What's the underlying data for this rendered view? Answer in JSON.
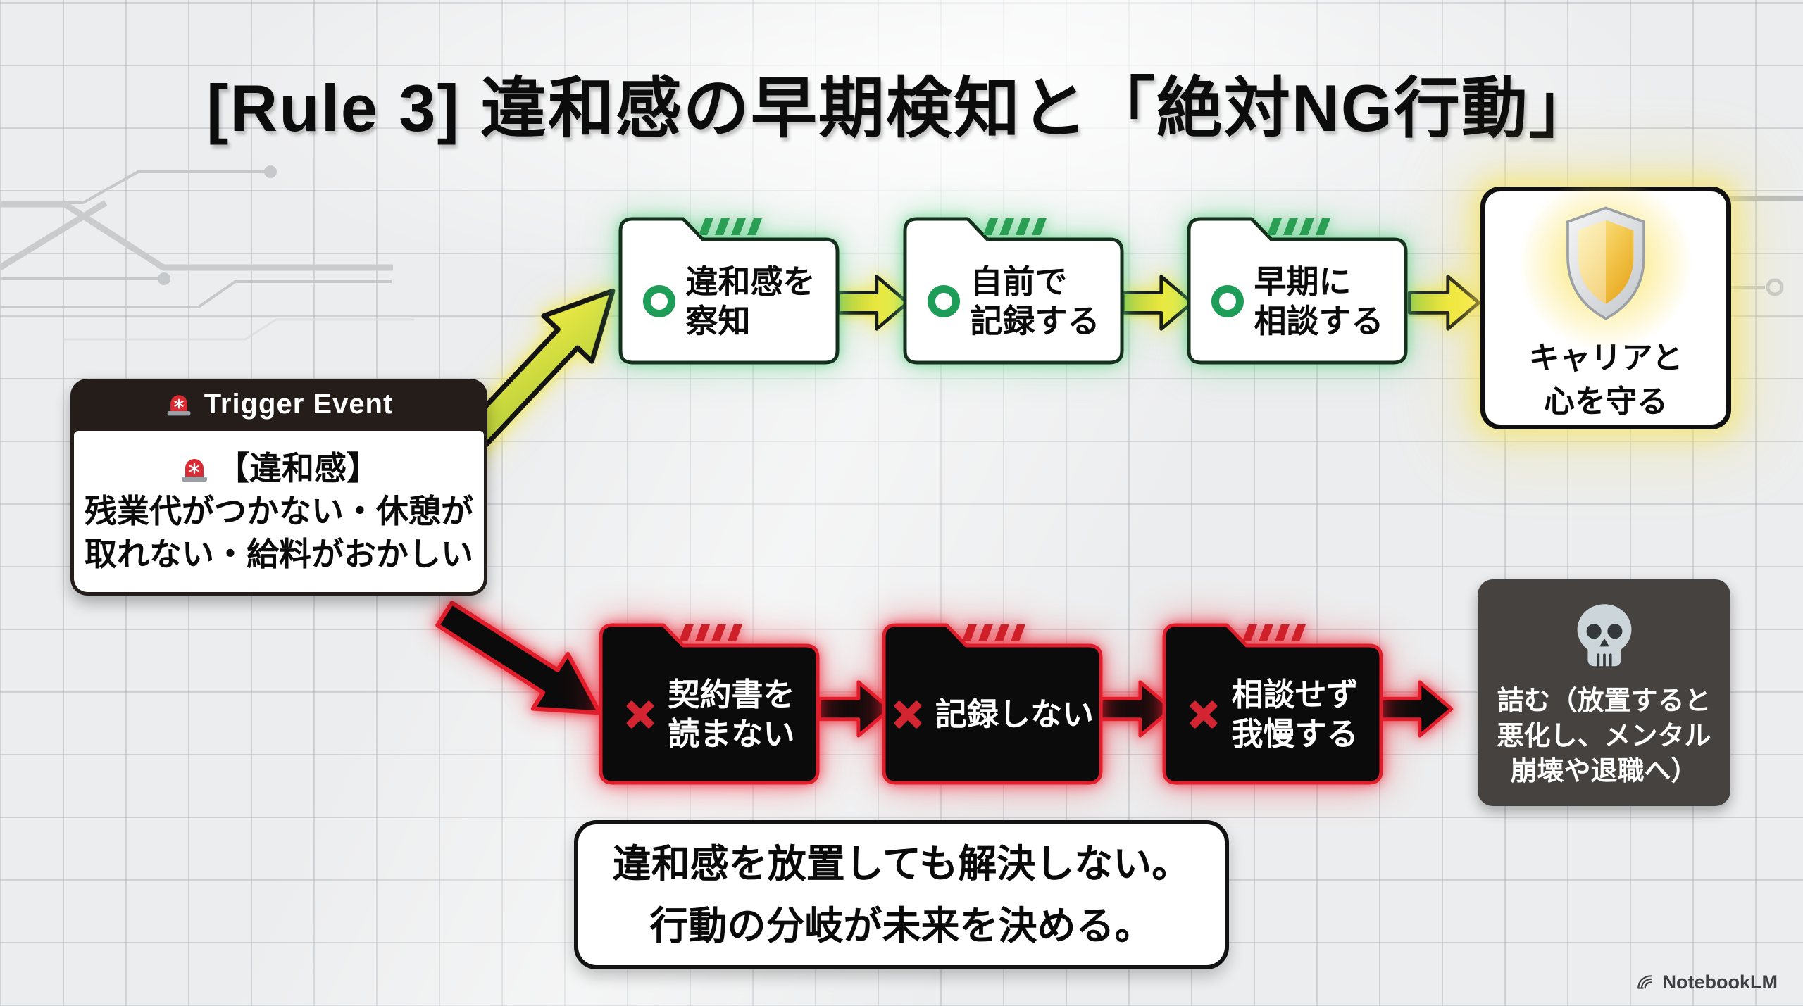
{
  "title": "[Rule 3] 違和感の早期検知と「絶対NG行動」",
  "trigger": {
    "header": "Trigger Event",
    "body_line1": "【違和感】",
    "body_line2": "残業代がつかない・休憩が",
    "body_line3": "取れない・給料がおかしい"
  },
  "good_path": {
    "steps": [
      {
        "line1": "違和感を",
        "line2": "察知"
      },
      {
        "line1": "自前で",
        "line2": "記録する"
      },
      {
        "line1": "早期に",
        "line2": "相談する"
      }
    ],
    "outcome": {
      "line1": "キャリアと",
      "line2": "心を守る"
    }
  },
  "bad_path": {
    "steps": [
      {
        "line1": "契約書を",
        "line2": "読まない"
      },
      {
        "line1": "記録しない",
        "line2": ""
      },
      {
        "line1": "相談せず",
        "line2": "我慢する"
      }
    ],
    "outcome": {
      "line1": "詰む（放置すると",
      "line2": "悪化し、メンタル",
      "line3": "崩壊や退職へ）"
    }
  },
  "message": {
    "line1": "違和感を放置しても解決しない。",
    "line2": "行動の分岐が未来を決める。"
  },
  "watermark": "NotebookLM",
  "colors": {
    "background": "#ECEDEE",
    "good_green": "#23A05A",
    "good_border": "#14301C",
    "bad_red": "#DD1F2D",
    "bad_fill": "#0C0B0B",
    "arrow_yellow": "#EFE93D",
    "trigger_dark": "#241D1A",
    "skull_gray": "#454240",
    "shield_gold": "#E9A61C"
  }
}
